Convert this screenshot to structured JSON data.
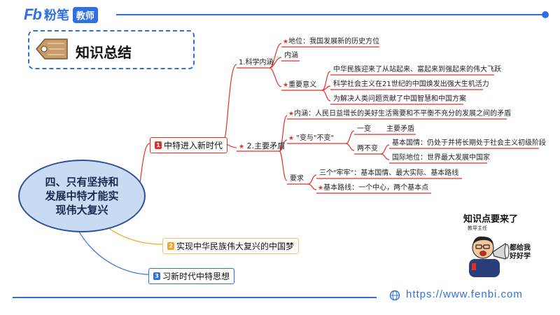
{
  "header": {
    "logo_mark": "Fb",
    "logo_text": "粉笔",
    "logo_badge": "教师"
  },
  "section_title": "知识总结",
  "central_topic": [
    "四、只有坚持和",
    "发展中特才能实",
    "现伟大复兴"
  ],
  "branches": [
    {
      "num": "1",
      "label": "中特进入新时代",
      "color": "#e0302a",
      "border": "#e0302a"
    },
    {
      "num": "2",
      "label": "实现中华民族伟大复兴的中国梦",
      "color": "#f5a623",
      "border": "#f5c26a"
    },
    {
      "num": "3",
      "label": "习新时代中特思想",
      "color": "#2f6fe0",
      "border": "#2f6fe0"
    }
  ],
  "sub_branches": {
    "first": "1.科学内涵",
    "second": "2.主要矛盾"
  },
  "science": {
    "position": "地位：我国发展新的历史方位",
    "connotation": "内涵",
    "significance": "重要意义",
    "meanings": [
      "中华民族迎来了从站起来、富起来到强起来的伟大飞跃",
      "科学社会主义在21世纪的中国焕发出强大生机活力",
      "为解决人类问题贡献了中国智慧和中国方案"
    ]
  },
  "contradiction": {
    "connotation": "内涵：人民日益增长的美好生活需要和不平衡不充分的发展之间的矛盾",
    "change": "\"变与\"不变\"",
    "one_change": "一变",
    "main_contradiction": "主要矛盾",
    "two_unchanged": "两不变",
    "basic_condition": "基本国情：仍处于并将长期处于社会主义初级阶段",
    "intl_status": "国际地位：世界最大发展中国家",
    "requirement": "要求",
    "three_firm": "三个\"牢牢\"：基本国情、最大实际、基本路线",
    "basic_line": "基本路线：一个中心，两个基本点"
  },
  "mascot": {
    "title": "知识点要来了",
    "role": "教导主任",
    "speech": [
      "都给我",
      "好好学"
    ]
  },
  "footer": {
    "url": "https://www.fenbi.com"
  },
  "colors": {
    "brand": "#2f6fe0",
    "accent_red": "#e0302a",
    "accent_orange": "#f5a623",
    "central_fill": "#c9daf3"
  }
}
